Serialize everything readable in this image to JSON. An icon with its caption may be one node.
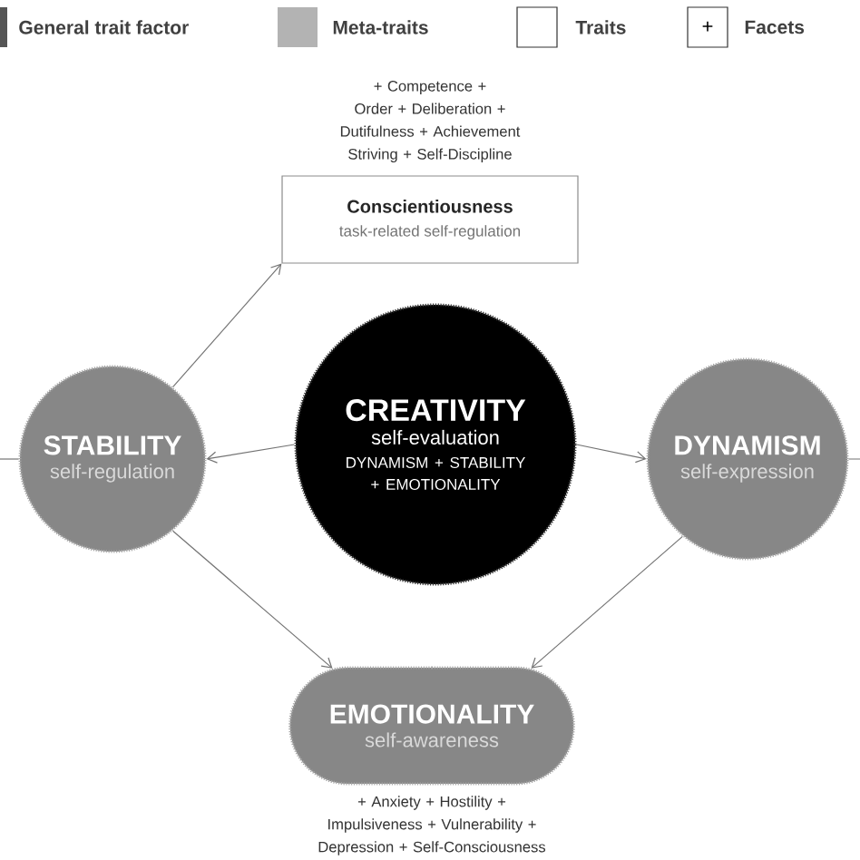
{
  "diagram": {
    "nodes": [
      {
        "text": [
          "Conscientiousness",
          "task-related self-regulation"
        ],
        "beside": [
          "+ Competence + Order + Deliberation + Dutifulness + Achievement Striving + Self-Discipline"
        ]
      },
      {
        "text": [
          "STABILITY",
          "self-regulation"
        ]
      },
      {
        "text": [
          "CREATIVITY",
          "self-evaluation",
          "DYNAMISM + STABILITY + EMOTIONALITY"
        ]
      },
      {
        "text": [
          "DYNAMISM",
          "self-expression"
        ]
      },
      {
        "text": [
          "EMOTIONALITY",
          "self-awareness"
        ],
        "beside": [
          "+ Anxiety + Hostility + Impulsiveness + Vulnerability + Depression + Self-Consciousness"
        ]
      }
    ],
    "edges": [
      {
        "from": null,
        "to": 1,
        "arrow": "none"
      },
      {
        "from": 1,
        "to": 0,
        "arrow": "to"
      },
      {
        "from": 2,
        "to": 1,
        "arrow": "to"
      },
      {
        "from": 2,
        "to": 3,
        "arrow": "to"
      },
      {
        "from": 3,
        "to": null,
        "arrow": "none"
      },
      {
        "from": 1,
        "to": 4,
        "arrow": "to"
      },
      {
        "from": 3,
        "to": 4,
        "arrow": "to"
      }
    ],
    "labels": [
      "+"
    ],
    "legend": [
      {
        "text": "General trait factor",
        "color": "#555555"
      },
      {
        "text": "Meta-traits",
        "color": "#b3b3b3"
      },
      {
        "text": "Traits"
      },
      {
        "text": "Facets"
      }
    ]
  }
}
